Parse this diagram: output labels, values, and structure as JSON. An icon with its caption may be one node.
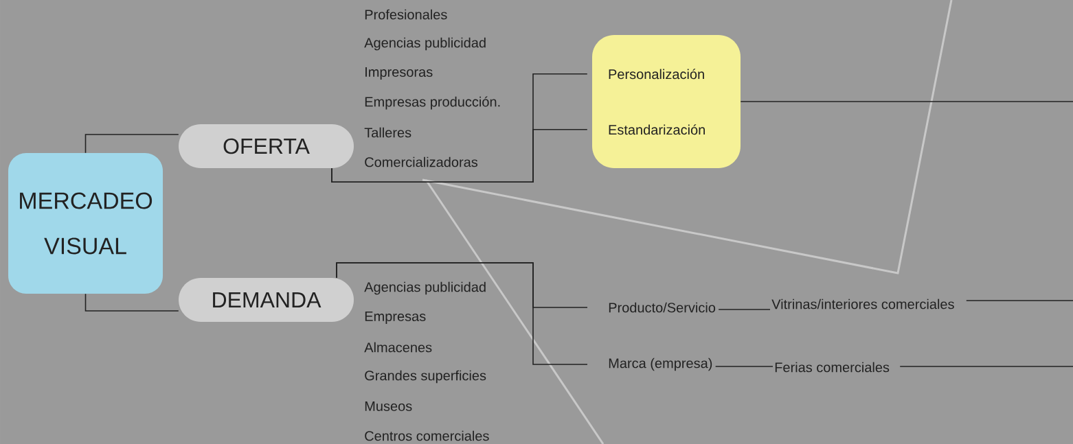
{
  "diagram": {
    "nodes": [
      {
        "text": [
          "MERCADEO VISUAL"
        ]
      },
      {
        "text": [
          "OFERTA"
        ]
      },
      {
        "text": [
          "DEMANDA"
        ]
      },
      {
        "text": [],
        "shape": "box"
      },
      {
        "text": [
          "Personalización"
        ],
        "in": 3
      },
      {
        "text": [
          "Estandarización"
        ],
        "in": 3
      },
      {
        "text": [
          "Producto/Servicio"
        ]
      },
      {
        "text": [
          "Marca (empresa)"
        ]
      },
      {
        "text": [
          "Vitrinas/interiores comerciales"
        ]
      },
      {
        "text": [
          "Ferias comerciales"
        ]
      }
    ],
    "edges": [
      {
        "from": 0,
        "to": 1,
        "arrow": "none"
      },
      {
        "from": 0,
        "to": 2,
        "arrow": "none"
      },
      {
        "from": 1,
        "to": 4,
        "arrow": "none"
      },
      {
        "from": 1,
        "to": 5,
        "arrow": "none"
      },
      {
        "from": 2,
        "to": 6,
        "arrow": "none"
      },
      {
        "from": 2,
        "to": 7,
        "arrow": "none"
      },
      {
        "from": 6,
        "to": 8,
        "arrow": "none"
      },
      {
        "from": 7,
        "to": 9,
        "arrow": "none"
      },
      {
        "from": 3,
        "to": null,
        "arrow": "none"
      },
      {
        "from": 8,
        "to": null,
        "arrow": "none"
      },
      {
        "from": 9,
        "to": null,
        "arrow": "none"
      }
    ],
    "labels": [
      "Profesionales",
      "Agencias publicidad",
      "Impresoras",
      "Empresas producción.",
      "Talleres",
      "Comercializadoras",
      "Agencias publicidad",
      "Empresas",
      "Almacenes",
      "Grandes superficies",
      "Museos",
      "Centros comerciales"
    ]
  }
}
